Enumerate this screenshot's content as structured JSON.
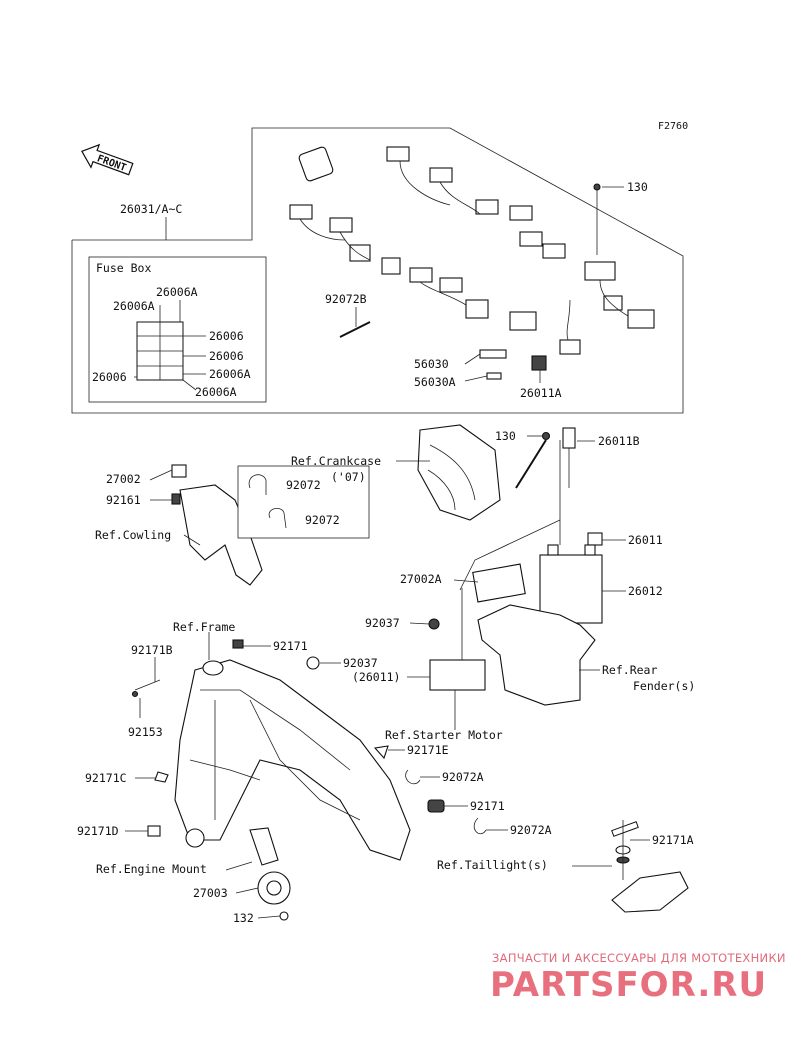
{
  "figure_code": "F2760",
  "front_marker": "FRONT",
  "fuse_box": {
    "title": "Fuse Box",
    "labels": [
      "26006A",
      "26006A",
      "26006",
      "26006",
      "26006",
      "26006A",
      "26006A"
    ]
  },
  "harness_labels": {
    "main_harness": "26031/A~C",
    "bolt_top": "130",
    "clamp_top": "92072B",
    "pad_1": "56030",
    "pad_2": "56030A",
    "relay_top": "26011A"
  },
  "mid_labels": {
    "bolt_mid": "130",
    "relay_mid": "26011B",
    "ref_crankcase": "Ref.Crankcase",
    "relay_27002": "27002",
    "clip_92161": "92161",
    "ref_cowling": "Ref.Cowling",
    "band_1": "92072",
    "band_1_note": "('07)",
    "band_2": "92072",
    "relay_26011": "26011",
    "ecu": "27002A",
    "battery": "26012",
    "clamp_92037_a": "92037",
    "ref_rear_fender_1": "Ref.Rear",
    "ref_rear_fender_2": "Fender(s)",
    "relay_26011_paren": "(26011)",
    "ref_starter_motor": "Ref.Starter Motor"
  },
  "frame_labels": {
    "ref_frame": "Ref.Frame",
    "clamp_92171_a": "92171",
    "clamp_92037_b": "92037",
    "clamp_92171B": "92171B",
    "screw_92153": "92153",
    "clamp_92171E": "92171E",
    "clamp_92171C": "92171C",
    "band_92072A_1": "92072A",
    "clamp_92171_b": "92171",
    "clamp_92171D": "92171D",
    "band_92072A_2": "92072A",
    "clamp_92171A": "92171A",
    "ref_engine_mount": "Ref.Engine Mount",
    "ref_taillight": "Ref.Taillight(s)",
    "horn": "27003",
    "nut_132": "132"
  },
  "watermark": {
    "tagline": "ЗАПЧАСТИ И АКСЕССУАРЫ ДЛЯ МОТОТЕХНИКИ",
    "brand": "PARTSFOR.RU"
  }
}
